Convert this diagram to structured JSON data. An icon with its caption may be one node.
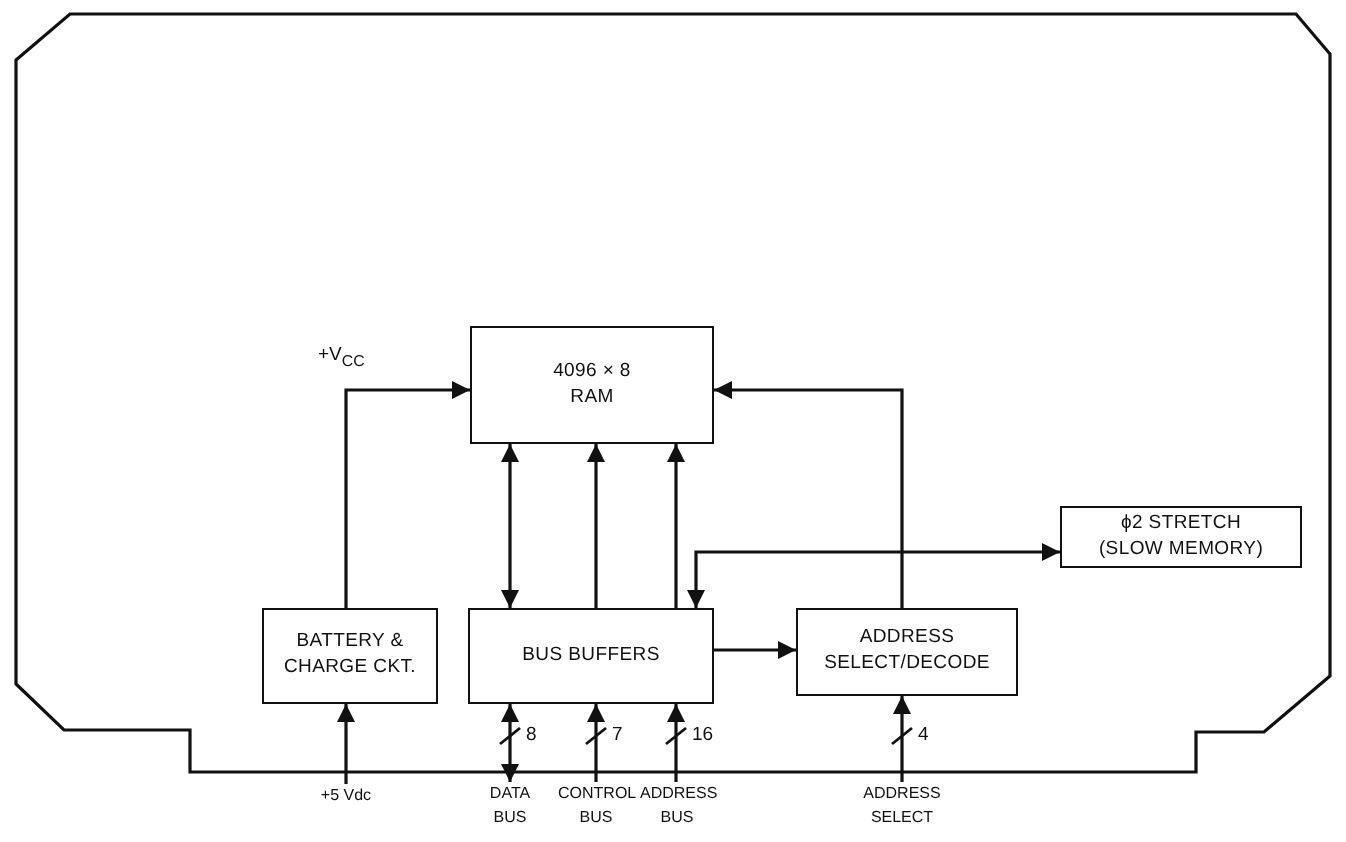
{
  "diagram": {
    "nodes": [
      {
        "text": [
          "4096 × 8 RAM"
        ]
      },
      {
        "text": [
          "BATTERY & CHARGE CKT."
        ]
      },
      {
        "text": [
          "BUS BUFFERS"
        ]
      },
      {
        "text": [
          "ADDRESS SELECT/DECODE"
        ]
      },
      {
        "text": [
          "ϕ2 STRETCH (SLOW MEMORY)"
        ]
      },
      {
        "text": [
          "+5 Vdc"
        ]
      },
      {
        "text": [
          "DATA BUS"
        ]
      },
      {
        "text": [
          "CONTROL BUS"
        ]
      },
      {
        "text": [
          "ADDRESS BUS"
        ]
      },
      {
        "text": [
          "ADDRESS SELECT"
        ]
      }
    ],
    "edges": [
      {
        "from": 1,
        "to": 0,
        "arrow": "to",
        "label": "+V$_{CC}$"
      },
      {
        "from": 2,
        "to": 0,
        "arrow": "both"
      },
      {
        "from": 2,
        "to": 0,
        "arrow": "to"
      },
      {
        "from": 2,
        "to": 0,
        "arrow": "to"
      },
      {
        "from": 3,
        "to": 0,
        "arrow": "to"
      },
      {
        "from": 2,
        "to": 4,
        "arrow": "both"
      },
      {
        "from": 2,
        "to": 3,
        "arrow": "to"
      },
      {
        "from": 6,
        "to": 2,
        "arrow": "both",
        "label": "8"
      },
      {
        "from": 7,
        "to": 2,
        "arrow": "to",
        "label": "7"
      },
      {
        "from": 8,
        "to": 2,
        "arrow": "to",
        "label": "16"
      },
      {
        "from": 9,
        "to": 3,
        "arrow": "to",
        "label": "4"
      },
      {
        "from": 5,
        "to": 1,
        "arrow": "to"
      }
    ]
  }
}
